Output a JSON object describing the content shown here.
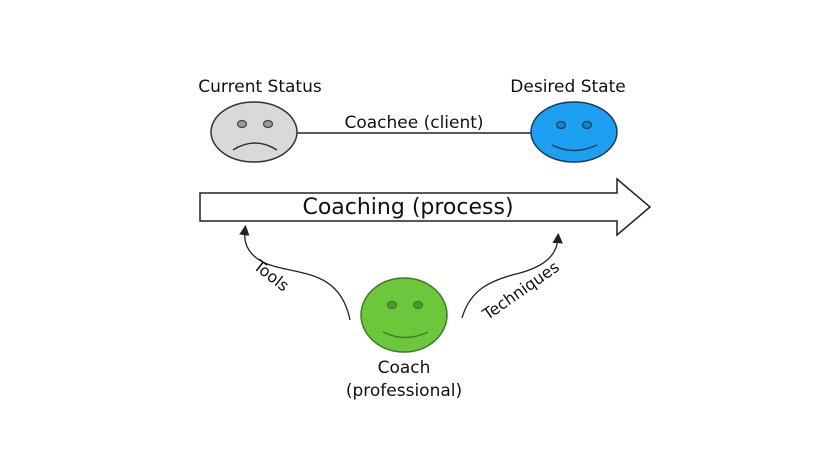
{
  "diagram": {
    "current_status": {
      "label": "Current Status",
      "mood": "sad",
      "color": "#d9d9d9"
    },
    "desired_state": {
      "label": "Desired State",
      "mood": "happy",
      "color": "#1ea0f2"
    },
    "coachee_link": {
      "label": "Coachee (client)"
    },
    "process_arrow": {
      "label": "Coaching (process)"
    },
    "coach": {
      "label_line1": "Coach",
      "label_line2": "(professional)",
      "mood": "happy",
      "color": "#6cc83a"
    },
    "tools": {
      "label": "Tools"
    },
    "techniques": {
      "label": "Techniques"
    },
    "stroke_color": "#222222"
  }
}
